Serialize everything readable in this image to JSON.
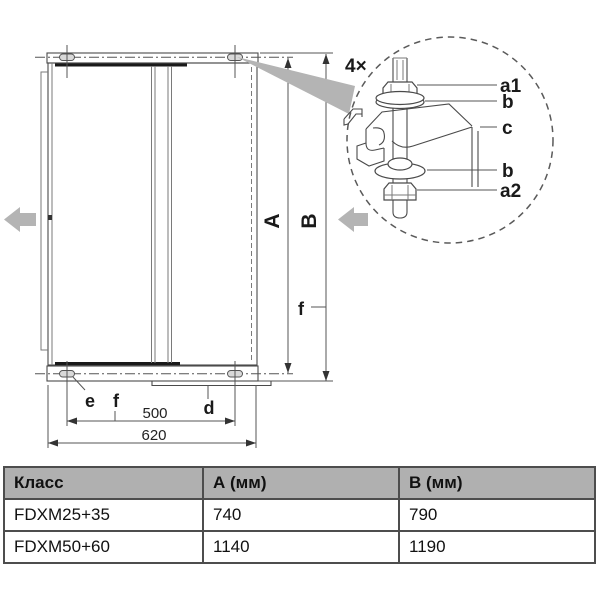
{
  "diagram": {
    "quantity_note": "4×",
    "part_labels": {
      "a1": "a1",
      "b": "b",
      "c": "c",
      "a2": "a2"
    },
    "dim_labels": {
      "A": "A",
      "B": "B",
      "d": "d",
      "e": "e",
      "f": "f"
    },
    "dim_values": {
      "hole_pitch": "500",
      "overall_width": "620"
    },
    "colors": {
      "line": "#4a4a4a",
      "accent_gray": "#b4b4b4",
      "table_header_bg": "#b0b0b0"
    }
  },
  "table": {
    "headers": [
      "Класс",
      "А (мм)",
      "В (мм)"
    ],
    "rows": [
      [
        "FDXM25+35",
        "740",
        "790"
      ],
      [
        "FDXM50+60",
        "1140",
        "1190"
      ]
    ]
  }
}
